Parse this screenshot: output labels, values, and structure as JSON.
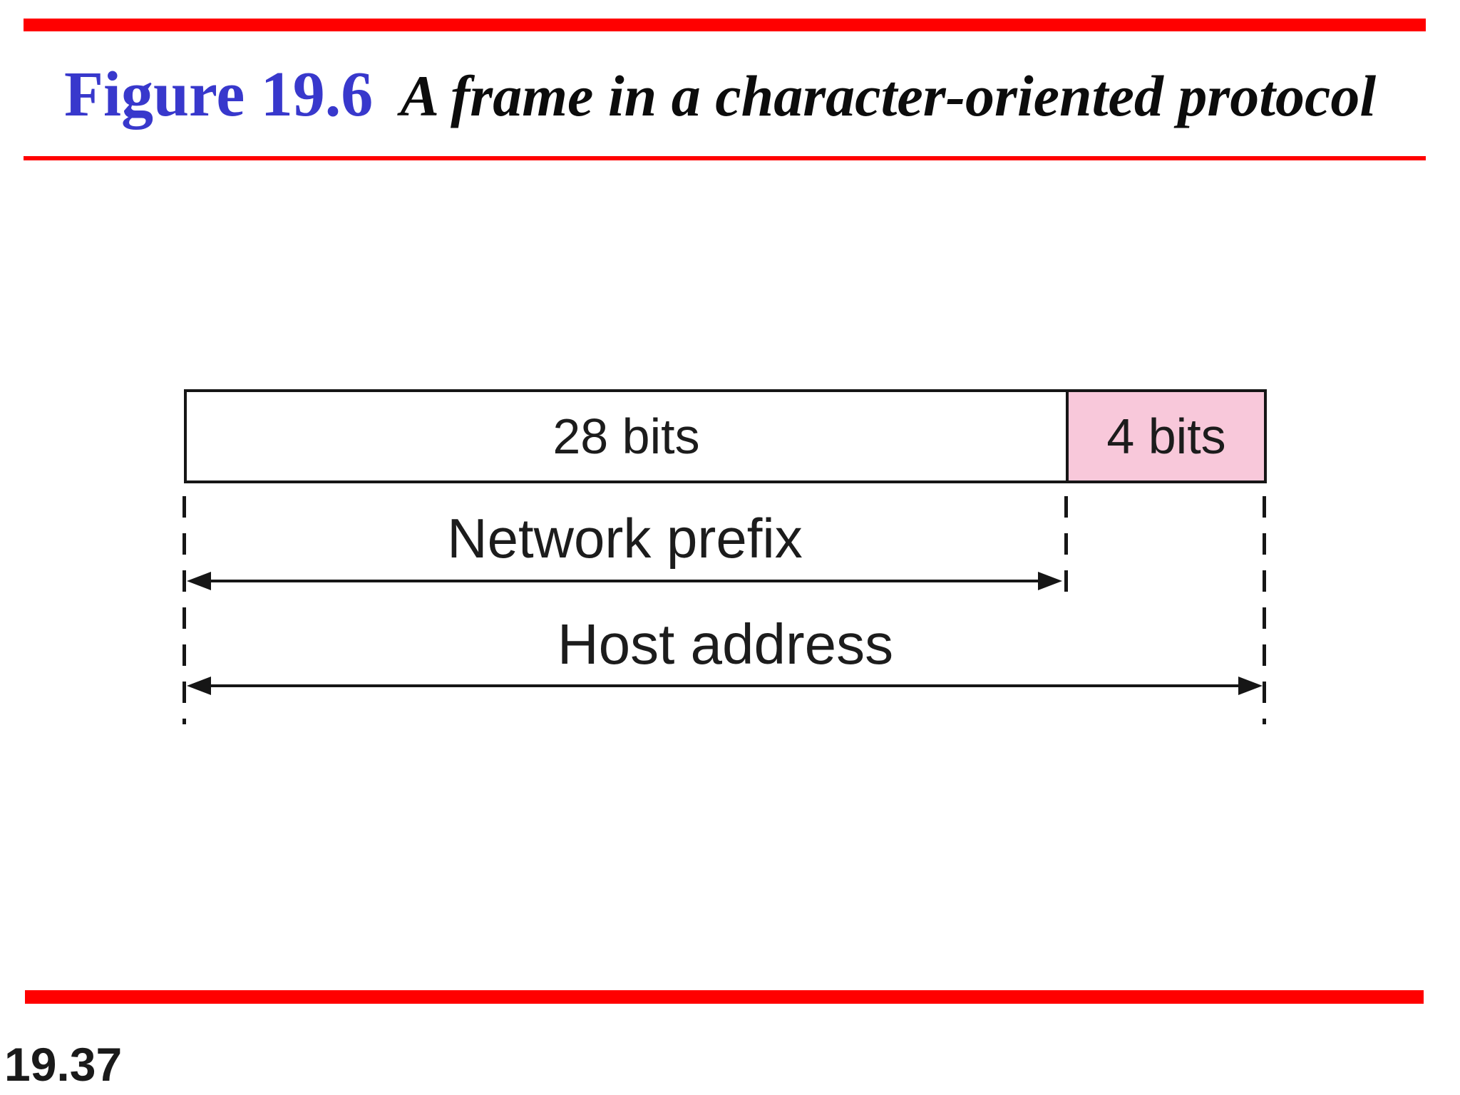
{
  "colors": {
    "accent_red": "#ff0000",
    "title_blue": "#3838cc",
    "highlight_pink": "#f8c8da",
    "ink_black": "#161616"
  },
  "header": {
    "figure_number": "Figure 19.6",
    "figure_caption": "A frame in a character-oriented protocol"
  },
  "diagram": {
    "prefix_cell_label": "28 bits",
    "suffix_cell_label": "4 bits",
    "network_prefix_label": "Network prefix",
    "host_address_label": "Host address"
  },
  "footer": {
    "page_number": "19.37"
  }
}
